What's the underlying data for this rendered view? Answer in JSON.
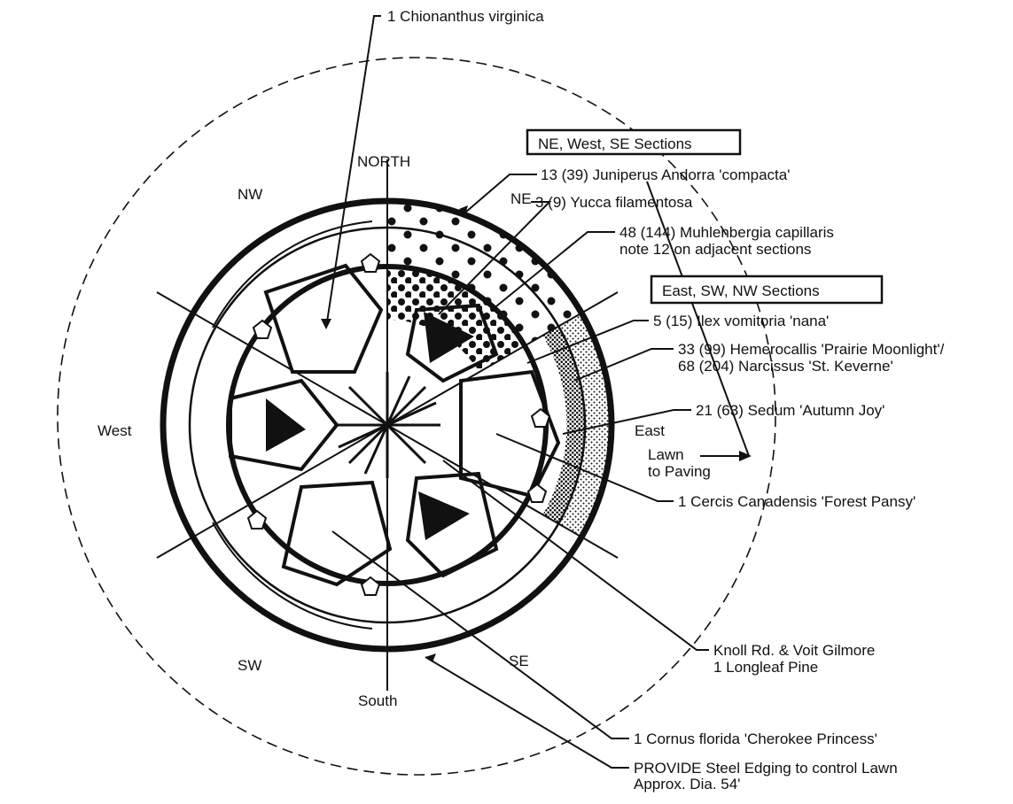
{
  "compass": {
    "north": "NORTH",
    "south": "South",
    "west": "West",
    "east": "East",
    "nw": "NW",
    "ne": "NE",
    "sw": "SW",
    "se": "SE"
  },
  "boxes": {
    "group_a": "NE, West, SE Sections",
    "group_b": "East, SW, NW Sections"
  },
  "callouts": {
    "chionanthus": "1 Chionanthus virginica",
    "juniperus": "13 (39) Juniperus Andorra 'compacta'",
    "yucca": "3 (9) Yucca filamentosa",
    "muhlenbergia_1": "48 (144) Muhlenbergia capillaris",
    "muhlenbergia_2": "note 12 on adjacent sections",
    "ilex": "5 (15) Ilex vomitoria 'nana'",
    "hemerocallis_1": "33 (99) Hemerocallis 'Prairie Moonlight'/",
    "hemerocallis_2": "68 (204) Narcissus 'St. Keverne'",
    "sedum": "21 (63) Sedum 'Autumn Joy'",
    "lawn_1": "Lawn",
    "lawn_2": "to Paving",
    "cercis": "1 Cercis Canadensis 'Forest Pansy'",
    "pine_1": "Knoll Rd. & Voit Gilmore",
    "pine_2": "1 Longleaf Pine",
    "cornus": "1 Cornus florida 'Cherokee Princess'",
    "edging_1": "PROVIDE Steel Edging to control Lawn",
    "edging_2": "Approx. Dia. 54'"
  },
  "colors": {
    "ink": "#111111",
    "paper": "#ffffff"
  }
}
